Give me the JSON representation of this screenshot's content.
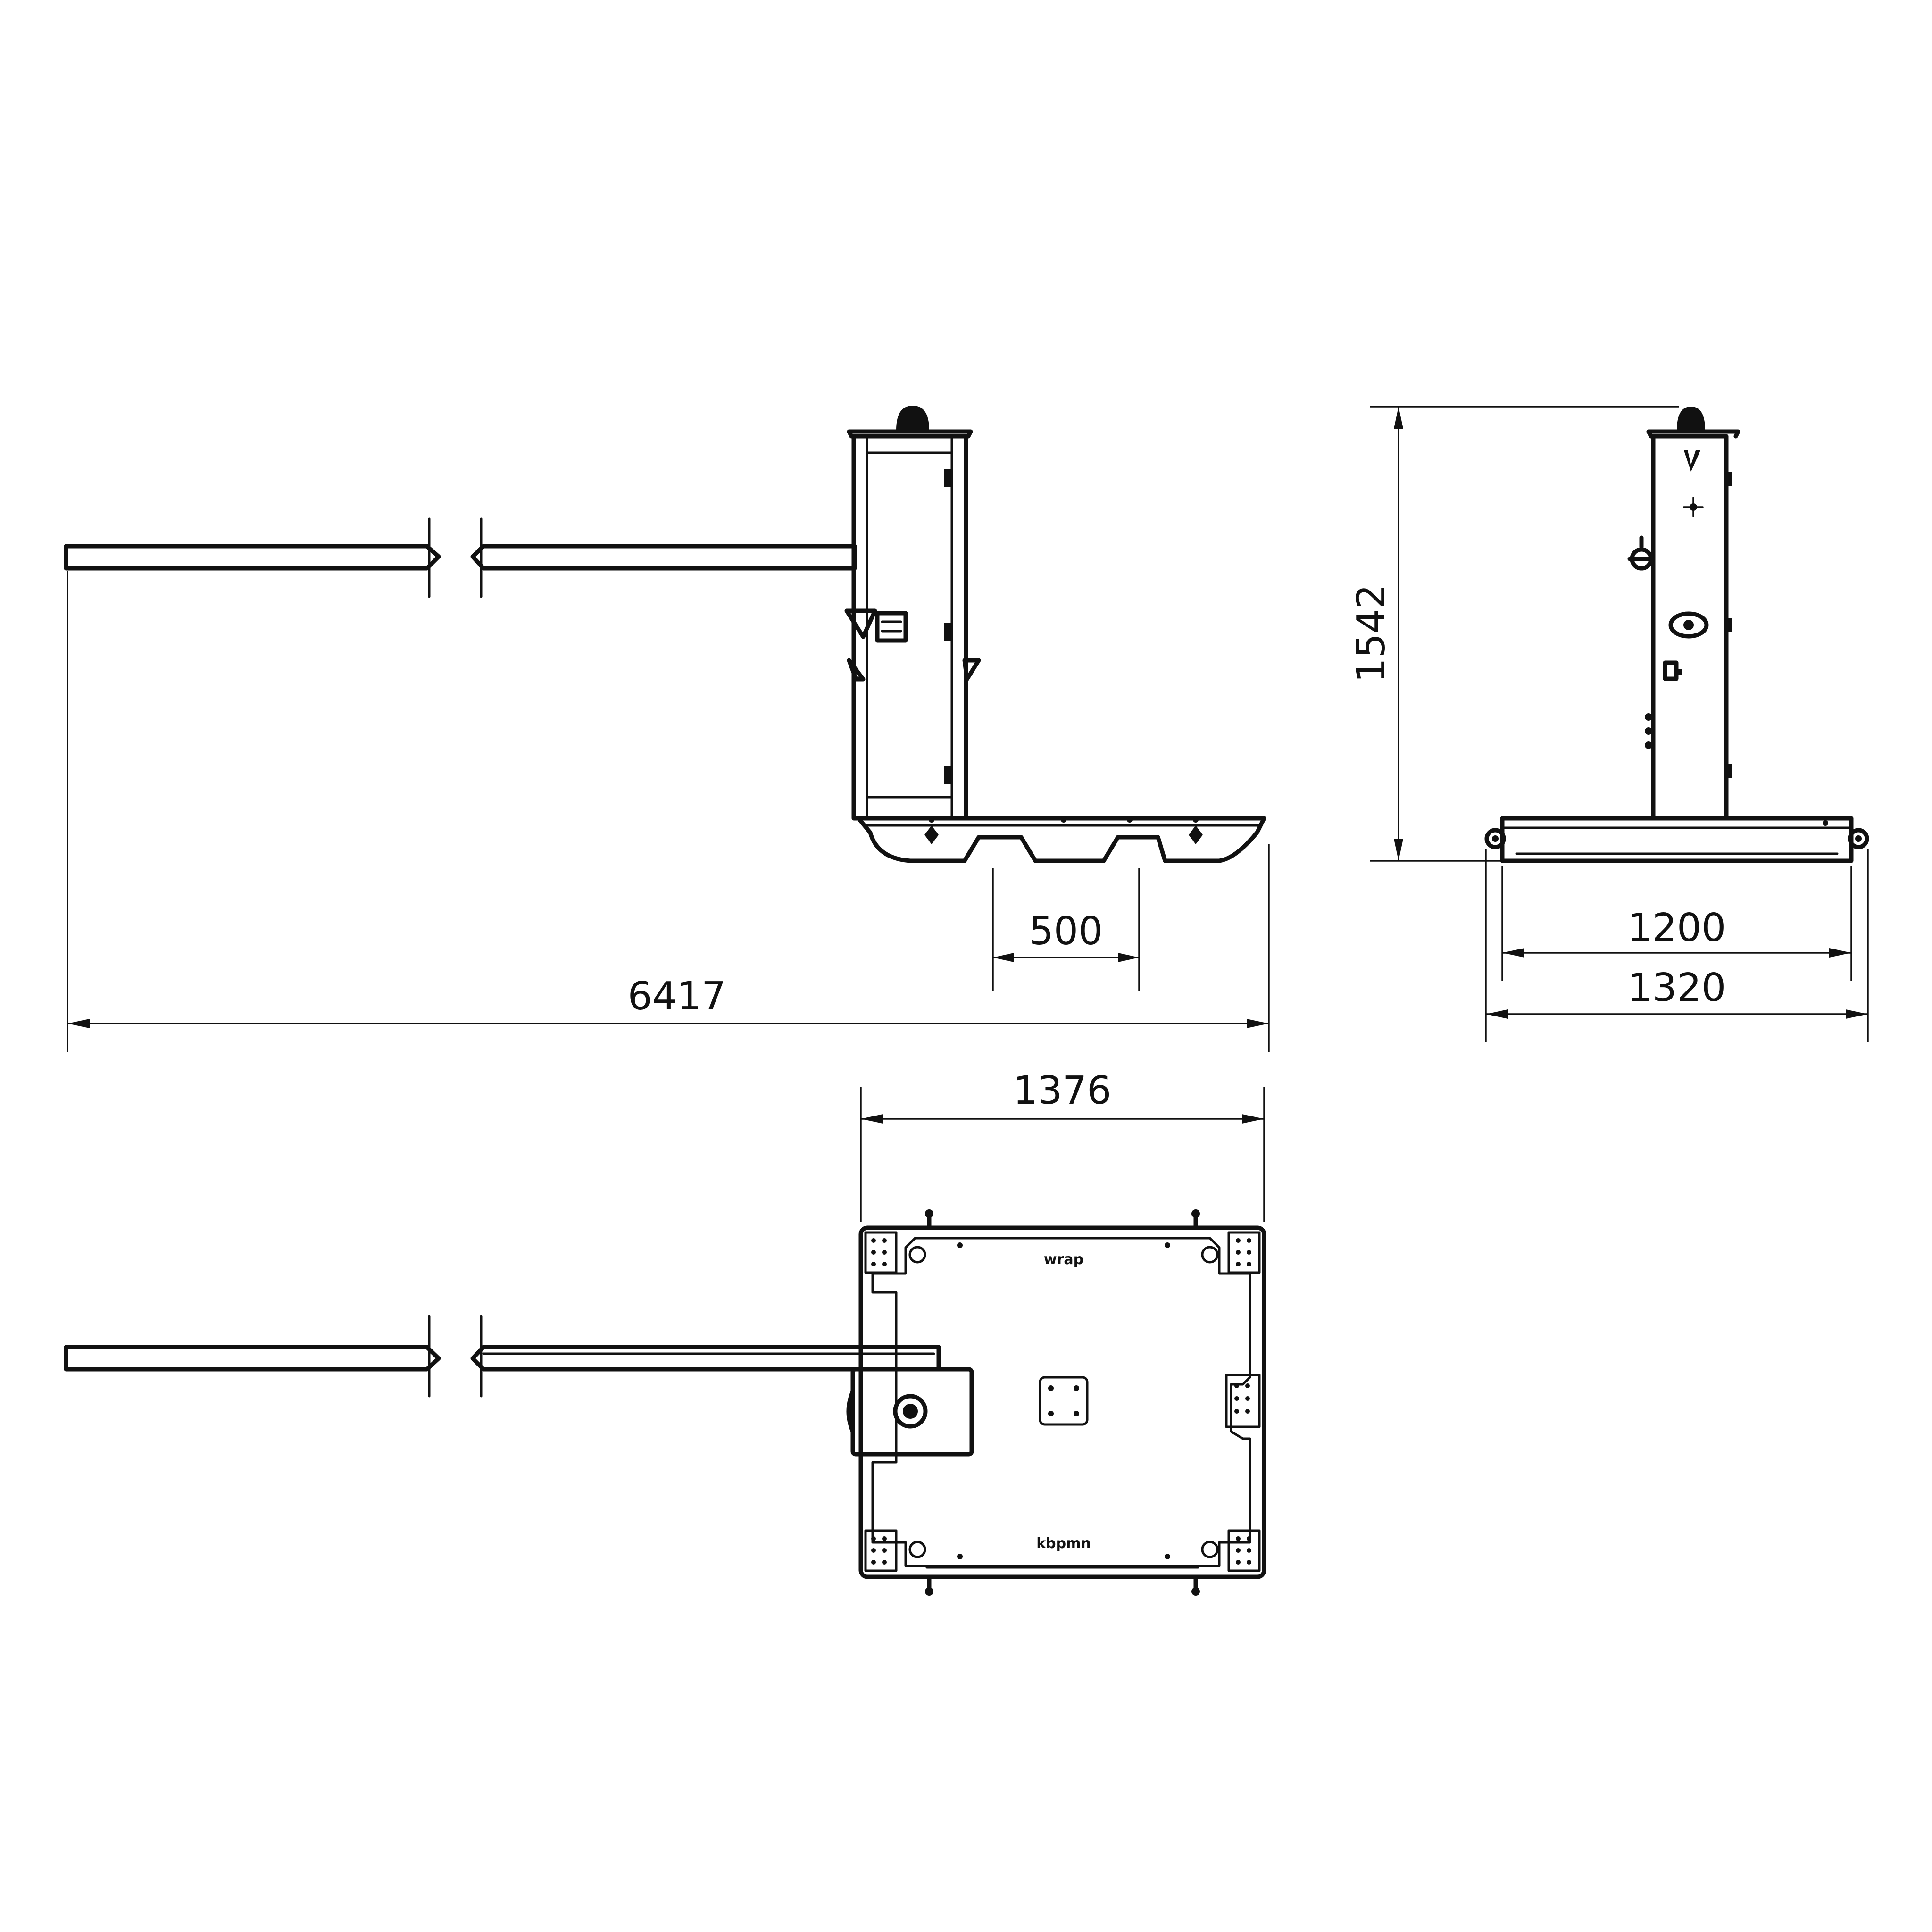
{
  "dimensions": {
    "overall_length": "6417",
    "fork_pocket_spacing": "500",
    "height": "1542",
    "base_width": "1200",
    "overall_width": "1320",
    "base_depth": "1376"
  },
  "base_marking_top": "wrap",
  "base_marking_bottom": "kbpmn"
}
